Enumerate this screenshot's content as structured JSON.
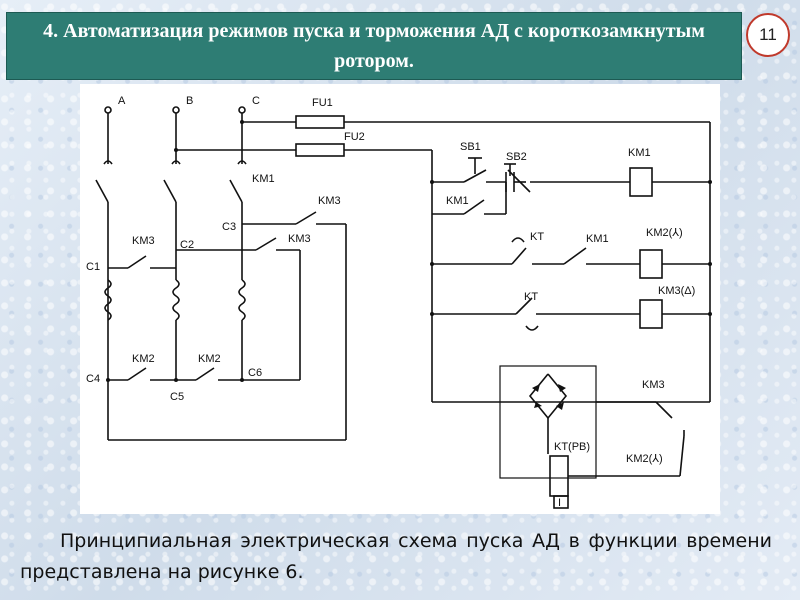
{
  "title": "4. Автоматизация режимов пуска и торможения АД с короткозамкнутым ротором.",
  "slide_number": "11",
  "caption": "Принципиальная электрическая схема пуска АД в функции времени представлена на рисунке 6.",
  "diagram": {
    "phases": [
      "A",
      "B",
      "C"
    ],
    "fuses": [
      "FU1",
      "FU2"
    ],
    "buttons": [
      "SB1",
      "SB2"
    ],
    "contacts": [
      "KM1",
      "KM1",
      "KM1",
      "KM3",
      "KM3",
      "KM3",
      "KM3",
      "KM2",
      "KM2",
      "KT",
      "KT",
      "KM1"
    ],
    "coils": [
      "KM1",
      "KM2(⅄)",
      "KM3(Δ)",
      "KT(PB)"
    ],
    "windings": [
      "C1",
      "C2",
      "C3",
      "C4",
      "C5",
      "C6"
    ],
    "labels": {
      "km1_main": "KM1",
      "km3_top": "KM3",
      "km3_mid": "KM3",
      "km3_left": "KM3",
      "km2_left": "KM2",
      "km2_right": "KM2",
      "sb1": "SB1",
      "sb2": "SB2",
      "km1_hold": "KM1",
      "coil_km1": "KM1",
      "kt_contact1": "KT",
      "km1_contact": "KM1",
      "coil_km2": "KM2(⅄)",
      "kt_contact2": "KT",
      "coil_km3": "KM3(Δ)",
      "km3_bridge": "KM3",
      "kt_rb": "KT(PB)",
      "km2_bottom": "KM2(⅄)",
      "i_mark": "I"
    }
  },
  "colors": {
    "title_bg": "#2e7d74",
    "badge_border": "#c0392b"
  }
}
